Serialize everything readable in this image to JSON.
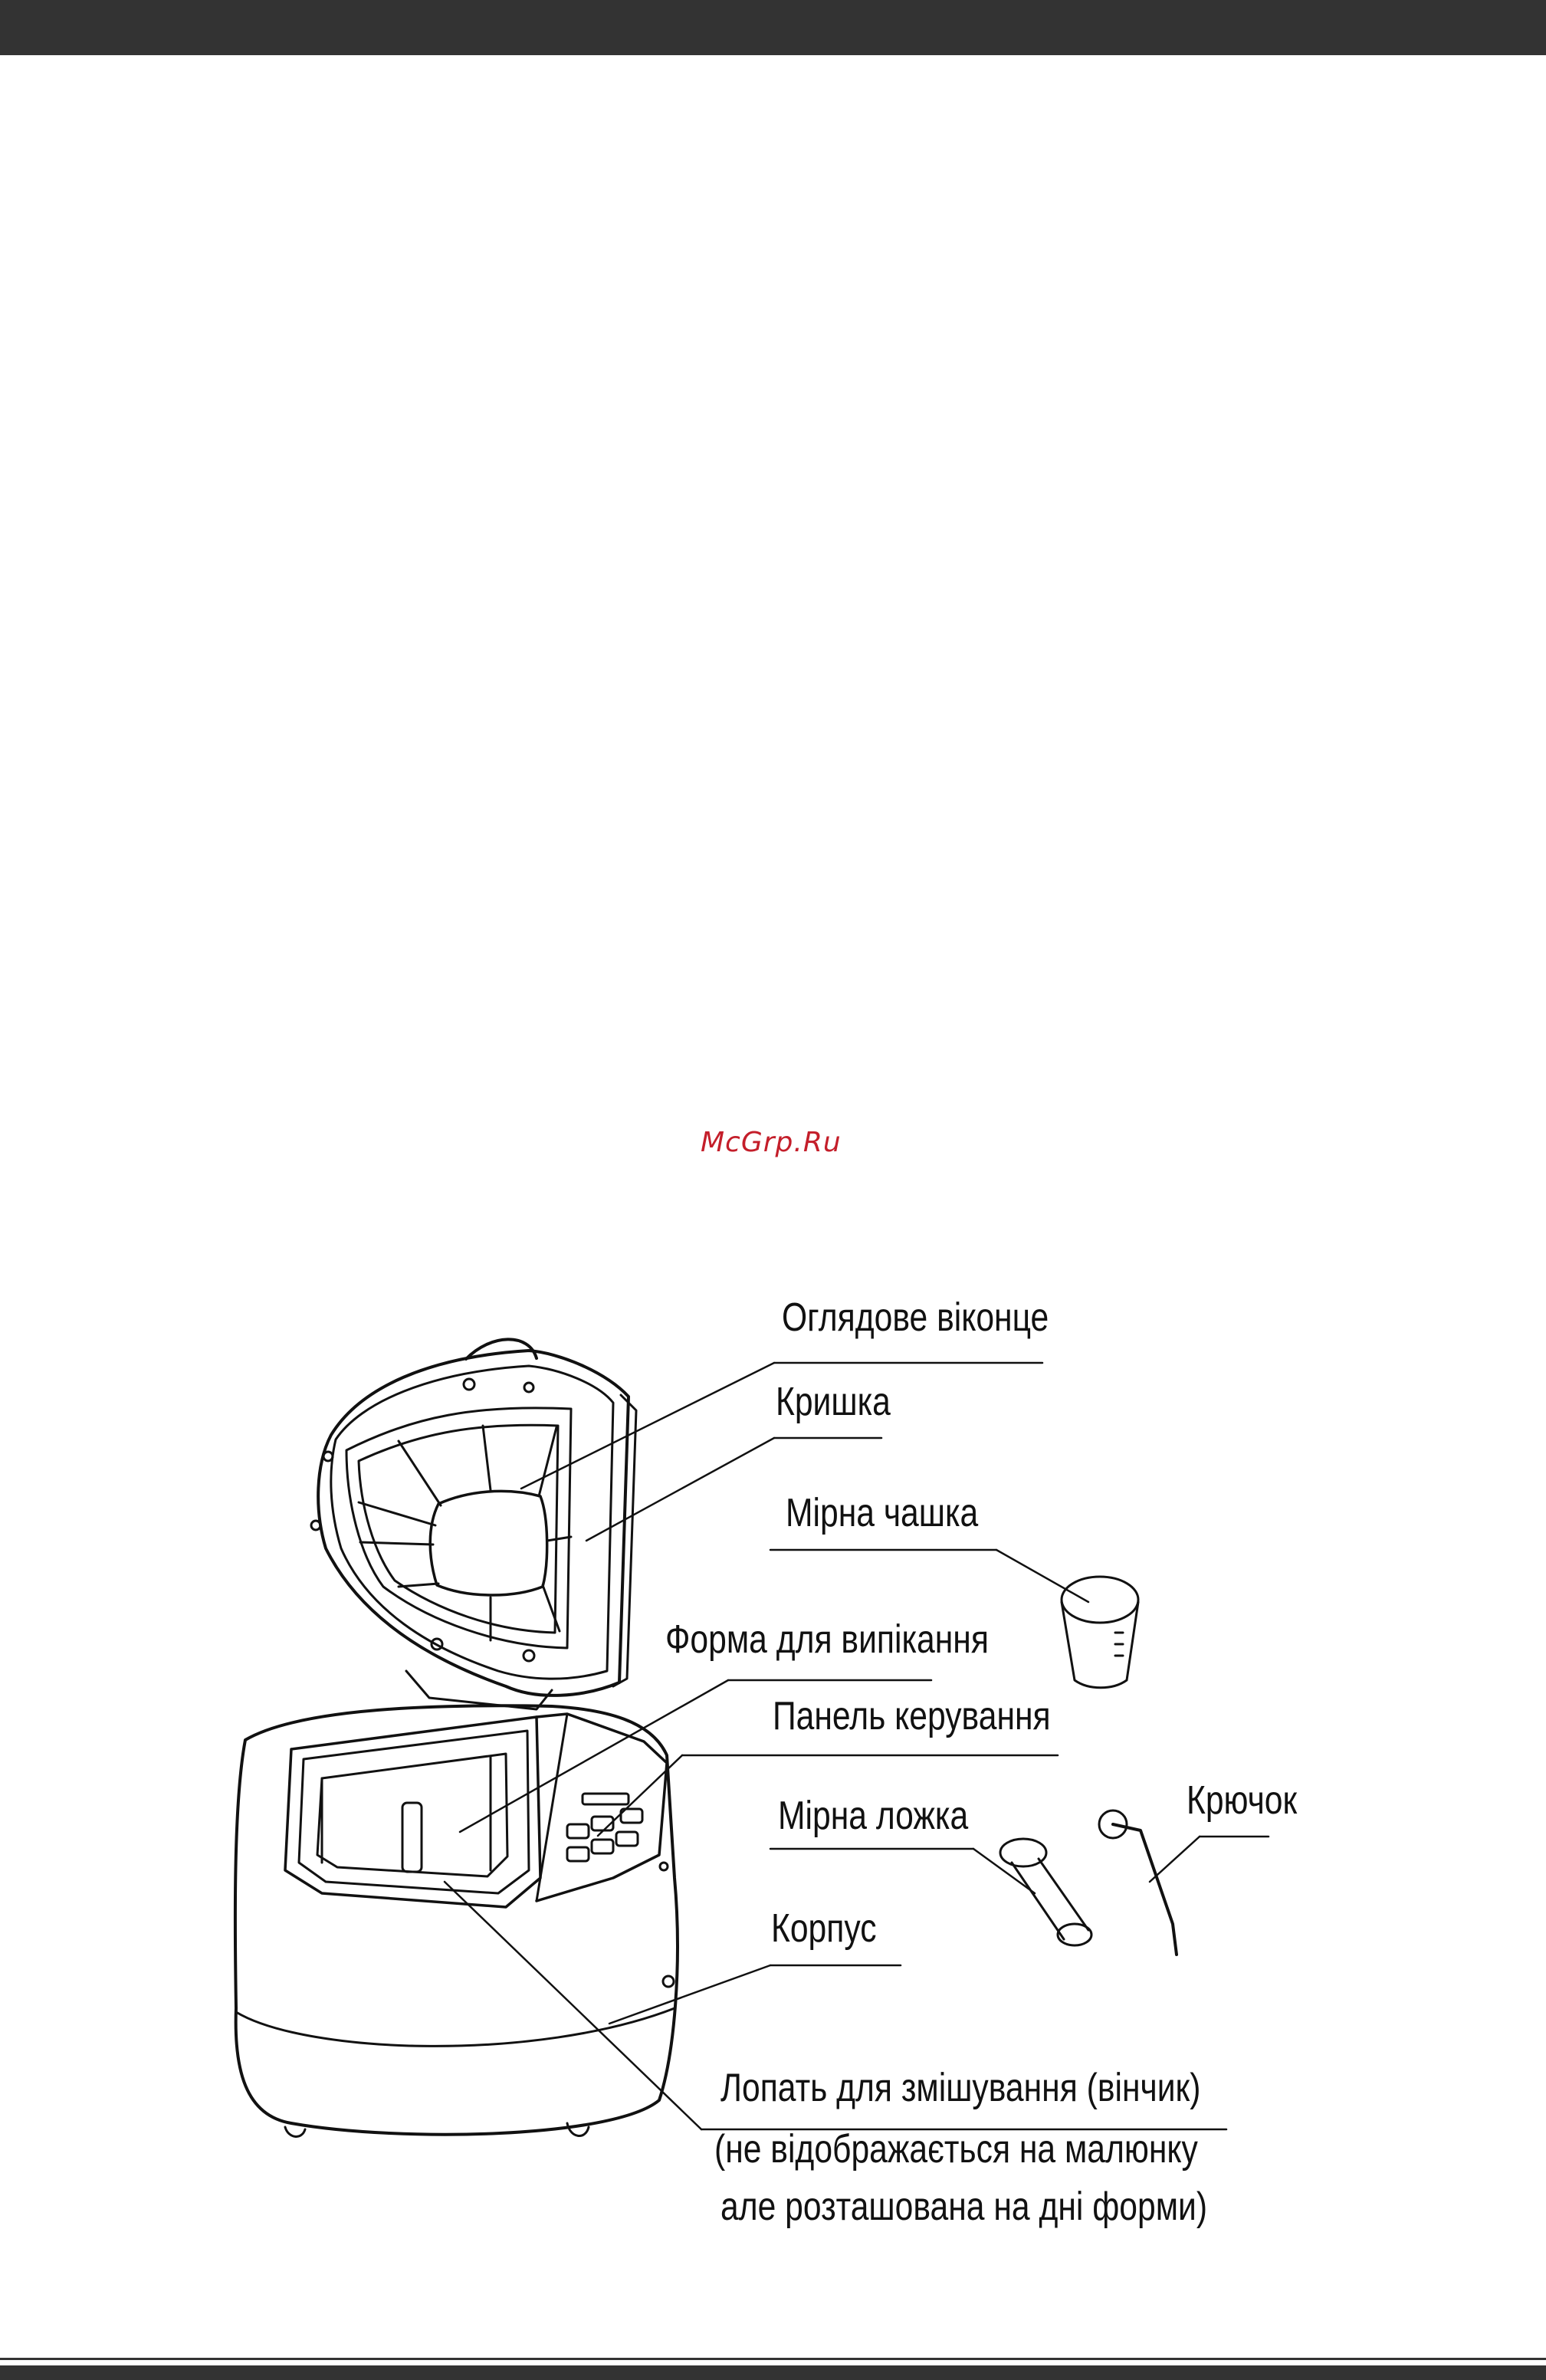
{
  "watermark": "McGrp.Ru",
  "labels": {
    "window": "Оглядове віконце",
    "lid": "Кришка",
    "measuring_cup": "Мірна чашка",
    "baking_pan": "Форма для випікання",
    "control_panel": "Панель керування",
    "measuring_spoon": "Мірна ложка",
    "hook": "Крючок",
    "housing": "Корпус",
    "paddle_line1": "Лопать для змішування (вінчик)",
    "paddle_line2": "(не відображається на малюнку",
    "paddle_line3": "але розташована на дні форми)"
  },
  "colors": {
    "bar": "#333333",
    "watermark": "#c41e2a",
    "line": "#111111"
  }
}
